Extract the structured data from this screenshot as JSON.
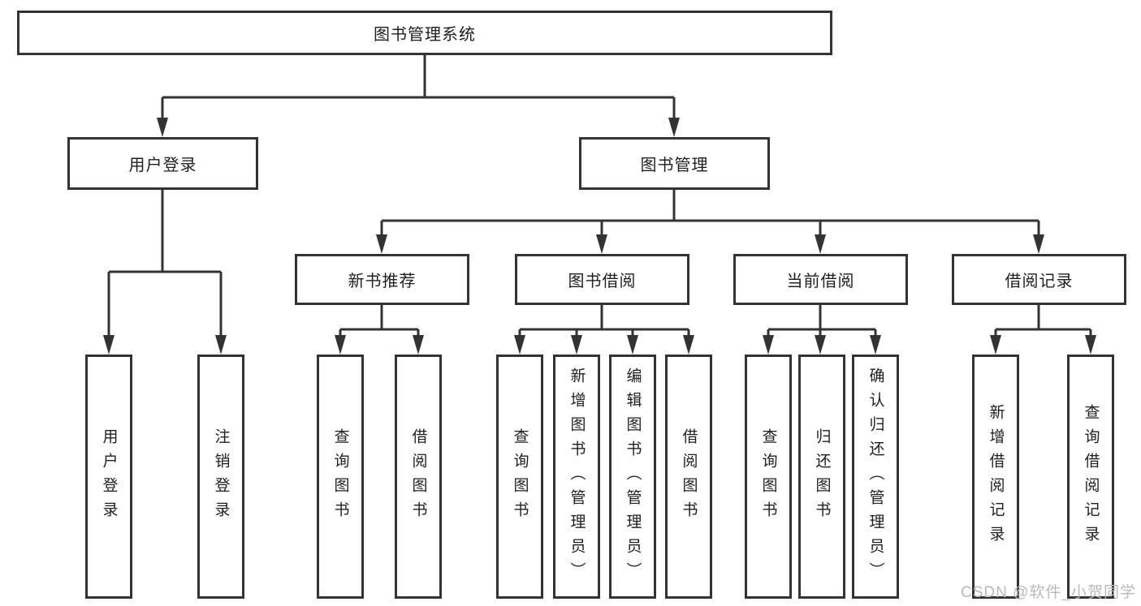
{
  "diagram": {
    "root": {
      "label": "图书管理系统"
    },
    "branches": [
      {
        "label": "用户登录",
        "leaves": [
          {
            "label": "用户登录"
          },
          {
            "label": "注销登录"
          }
        ]
      },
      {
        "label": "图书管理",
        "groups": [
          {
            "label": "新书推荐",
            "leaves": [
              {
                "label": "查询图书"
              },
              {
                "label": "借阅图书"
              }
            ]
          },
          {
            "label": "图书借阅",
            "leaves": [
              {
                "label": "查询图书"
              },
              {
                "label": "新增图书（管理员）"
              },
              {
                "label": "编辑图书（管理员）"
              },
              {
                "label": "借阅图书"
              }
            ]
          },
          {
            "label": "当前借阅",
            "leaves": [
              {
                "label": "查询图书"
              },
              {
                "label": "归还图书"
              },
              {
                "label": "确认归还（管理员）"
              }
            ]
          },
          {
            "label": "借阅记录",
            "leaves": [
              {
                "label": "新增借阅记录"
              },
              {
                "label": "查询借阅记录"
              }
            ]
          }
        ]
      }
    ]
  },
  "watermark": {
    "text": "CSDN @软件_小贺同学"
  },
  "colors": {
    "line": "#333333",
    "text": "#1f1f1f",
    "watermark": "#b9b9b9",
    "background": "#ffffff"
  }
}
